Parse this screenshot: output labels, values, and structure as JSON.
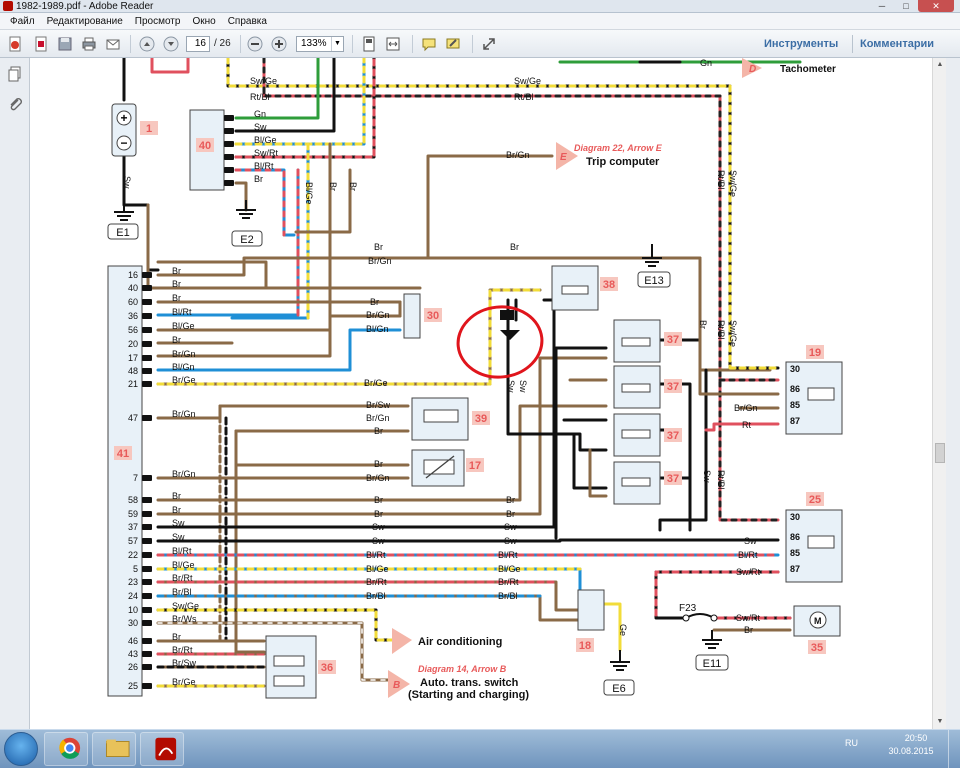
{
  "window": {
    "title": "1982-1989.pdf - Adobe Reader"
  },
  "menu": [
    "Файл",
    "Редактирование",
    "Просмотр",
    "Окно",
    "Справка"
  ],
  "toolbar": {
    "page_current": "16",
    "page_total": "/ 26",
    "zoom": "133%",
    "tools": "Инструменты",
    "comments": "Комментарии"
  },
  "taskbar": {
    "lang": "RU",
    "time": "20:50",
    "date": "30.08.2015"
  },
  "diagram": {
    "refs": {
      "tachometer": "Tachometer",
      "trip": {
        "arrow": "Diagram 22, Arrow E",
        "title": "Trip computer",
        "letter": "E"
      },
      "ac": "Air conditioning",
      "auto": {
        "arrow": "Diagram 14, Arrow B",
        "line1": "Auto. trans. switch",
        "line2": "(Starting and charging)",
        "letter": "B"
      },
      "d_letter": "D"
    },
    "grounds": [
      "E1",
      "E2",
      "E13",
      "E6",
      "E11"
    ],
    "components": [
      "1",
      "40",
      "41",
      "30",
      "38",
      "37",
      "37",
      "37",
      "37",
      "39",
      "17",
      "19",
      "25",
      "18",
      "36",
      "35"
    ],
    "fuse": "F23",
    "terminals_relay": [
      "30",
      "86",
      "85",
      "87"
    ],
    "pins41": [
      "16",
      "40",
      "60",
      "36",
      "56",
      "20",
      "17",
      "48",
      "21",
      "47",
      "7",
      "58",
      "59",
      "37",
      "57",
      "22",
      "5",
      "23",
      "24",
      "10",
      "30",
      "46",
      "43",
      "26",
      "25"
    ],
    "wires41": [
      "Br",
      "Br",
      "Br",
      "Bl/Rt",
      "Bl/Ge",
      "Br",
      "Br/Gn",
      "Bl/Gn",
      "Br/Ge",
      "Br/Gn",
      "Br/Gn",
      "Br",
      "Br",
      "Sw",
      "Sw",
      "Bl/Rt",
      "Bl/Ge",
      "Br/Rt",
      "Br/Bl",
      "Sw/Ge",
      "Br/Ws",
      "Br",
      "Br/Rt",
      "Br/Sw",
      "Br/Ge"
    ],
    "wires40": [
      "Gn",
      "Sw",
      "Bl/Ge",
      "Sw/Rt",
      "Bl/Rt",
      "Br"
    ],
    "top_wires": [
      "Sw/Ge",
      "Rt/Bl",
      "Gn"
    ],
    "labels": {
      "sw": "Sw",
      "br": "Br",
      "brgn": "Br/Gn",
      "blgn": "Bl/Gn",
      "brge": "Br/Ge",
      "brsw": "Br/Sw",
      "rtbl": "Rt/Bl",
      "swge": "Sw/Ge",
      "rt": "Rt",
      "blrt": "Bl/Rt",
      "blge": "Bl/Ge",
      "brrt": "Br/Rt",
      "brbl": "Br/Bl",
      "swrt": "Sw/Rt",
      "ge": "Ge",
      "m": "M"
    }
  },
  "colors": {
    "brown": "#8a6a47",
    "red": "#e0505e",
    "blue": "#1f8fd6",
    "green": "#2e9d3a",
    "yellow": "#f2dc3a",
    "black": "#1a1a1a",
    "comp_fill": "#e8f1f8",
    "label_red": "#e85a5a",
    "circle": "#e0151c"
  }
}
